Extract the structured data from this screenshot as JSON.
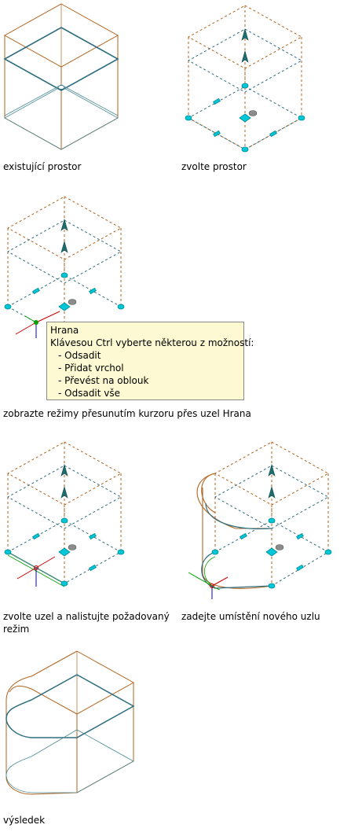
{
  "captions": {
    "existing": "existující prostor",
    "select": "zvolte prostor",
    "hover": "zobrazte režimy přesunutím kurzoru přes uzel Hrana",
    "cycle_line1": "zvolte uzel a nalistujte požadovaný",
    "cycle_line2": "režim",
    "place": "zadejte umístění nového uzlu",
    "result": "výsledek"
  },
  "tooltip": {
    "title": "Hrana",
    "instruction": "Klávesou Ctrl vyberte některou z možností:",
    "options": [
      "- Odsadit",
      "- Přidat vrchol",
      "- Převést na oblouk",
      "- Odsadit vše"
    ]
  },
  "colors": {
    "edge_orange": "#b2641e",
    "plane_teal": "#2e6e7e",
    "grip_cyan": "#00c8d8",
    "arrow_teal": "#1e6e70",
    "grip_gray": "#8c8c8c",
    "ucs_red": "#d00000",
    "ucs_green": "#00a000",
    "ucs_blue": "#0000c0"
  }
}
